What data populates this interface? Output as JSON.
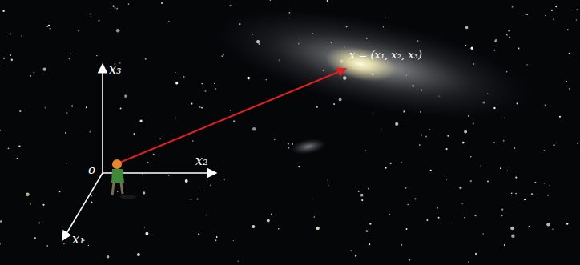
{
  "diagram": {
    "labels": [
      "x = (x₁, x₂, x₃)",
      "x₃",
      "x₂",
      "o",
      "x₁"
    ]
  }
}
